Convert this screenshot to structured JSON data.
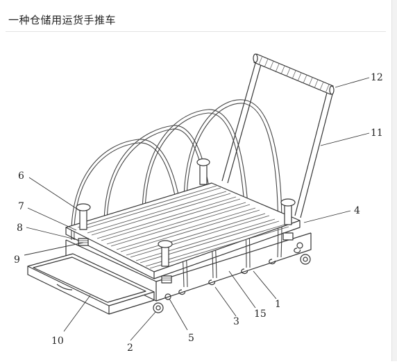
{
  "header": {
    "title": "一种仓储用运货手推车"
  },
  "figure": {
    "callouts": [
      "1",
      "2",
      "3",
      "4",
      "5",
      "6",
      "7",
      "8",
      "9",
      "10",
      "11",
      "12",
      "15"
    ]
  }
}
